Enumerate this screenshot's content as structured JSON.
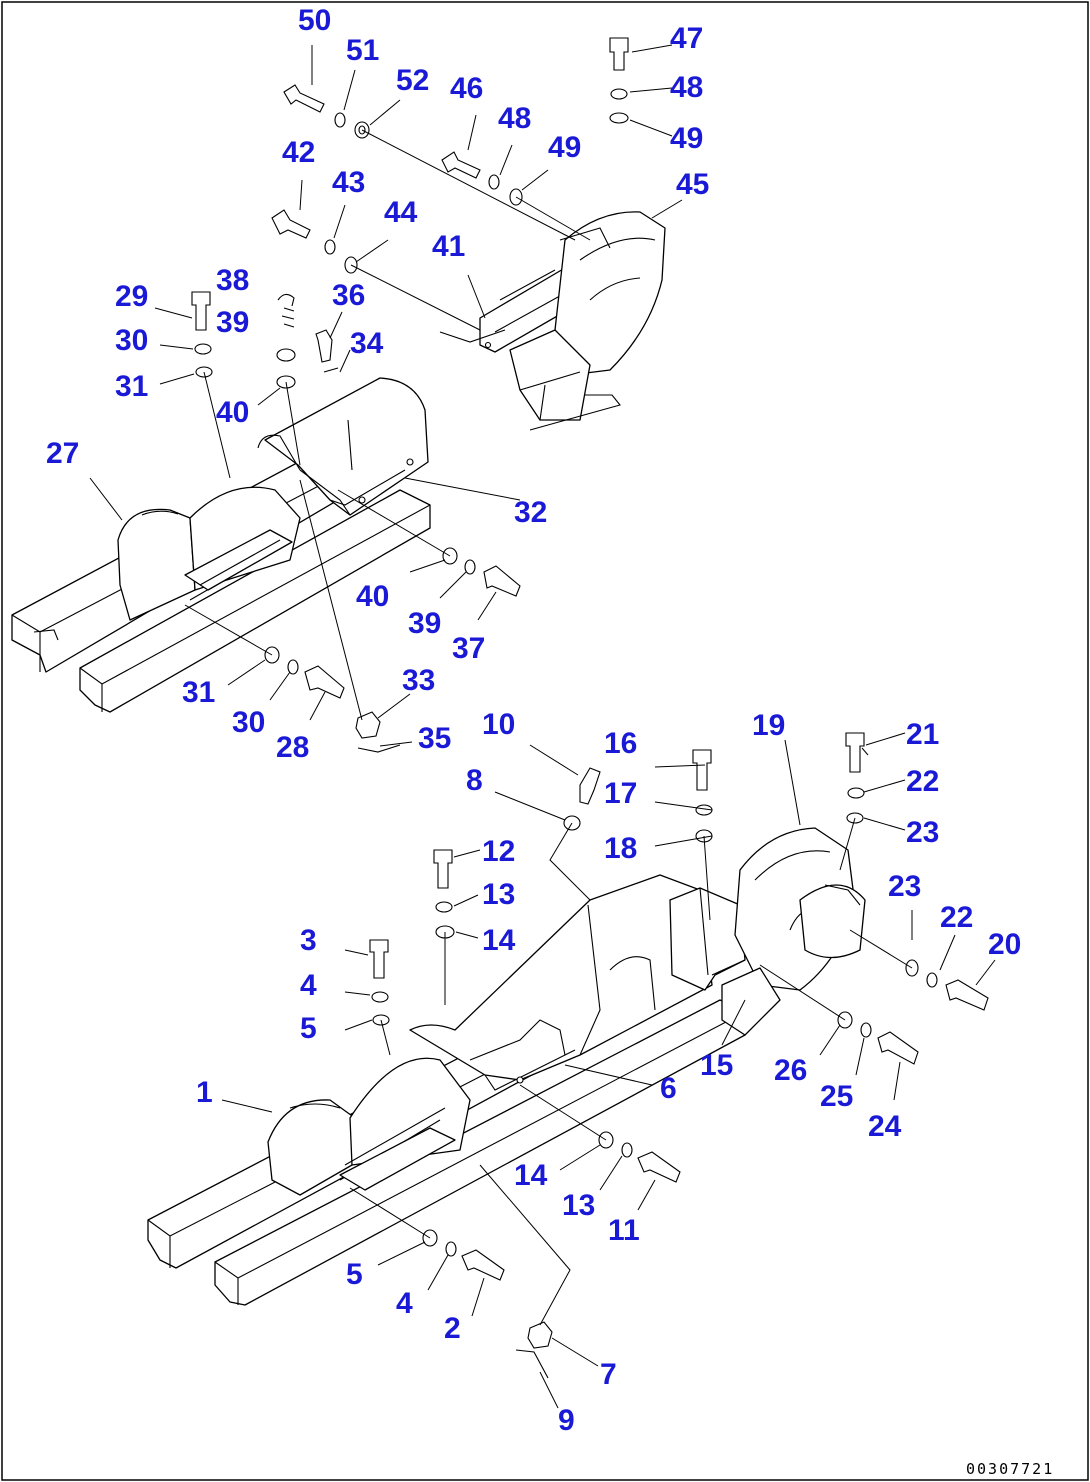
{
  "drawing": {
    "reference_code": "00307721",
    "callouts": [
      "50",
      "51",
      "52",
      "46",
      "48",
      "49",
      "47",
      "48",
      "49",
      "45",
      "42",
      "43",
      "44",
      "41",
      "29",
      "38",
      "39",
      "36",
      "30",
      "34",
      "31",
      "40",
      "27",
      "32",
      "40",
      "39",
      "37",
      "31",
      "30",
      "28",
      "33",
      "35",
      "10",
      "16",
      "21",
      "22",
      "23",
      "8",
      "17",
      "19",
      "18",
      "12",
      "13",
      "14",
      "23",
      "22",
      "20",
      "3",
      "4",
      "5",
      "15",
      "26",
      "25",
      "24",
      "1",
      "6",
      "14",
      "13",
      "11",
      "5",
      "4",
      "2",
      "7",
      "9"
    ]
  }
}
